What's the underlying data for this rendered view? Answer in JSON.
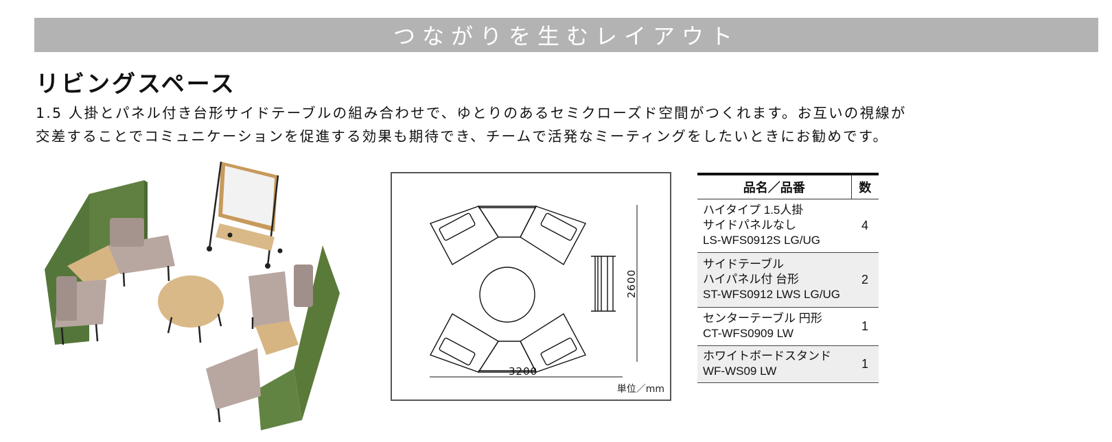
{
  "banner": {
    "title": "つながりを生むレイアウト",
    "bg_color": "#b3b3b3"
  },
  "section": {
    "title": "リビングスペース",
    "description": [
      "1.5 人掛とパネル付き台形サイドテーブルの組み合わせで、ゆとりのあるセミクローズド空間がつくれます。お互いの視線が",
      "交差することでコミュニケーションを促進する効果も期待でき、チームで活発なミーティングをしたいときにお勧めです。"
    ]
  },
  "photo": {
    "alt": "リビングスペース家具レイアウト（グリーンパネル付きソファ、円形センターテーブル、ホワイトボードスタンド）"
  },
  "floor_plan": {
    "width_label": "3200",
    "height_label": "2600",
    "unit_label": "単位／mm"
  },
  "parts_table": {
    "headers": {
      "name": "品名／品番",
      "qty": "数"
    },
    "rows": [
      {
        "lines": [
          "ハイタイプ 1.5人掛",
          "サイドパネルなし",
          "LS-WFS0912S LG/UG"
        ],
        "qty": "4"
      },
      {
        "lines": [
          "サイドテーブル",
          "ハイパネル付 台形",
          "ST-WFS0912 LWS LG/UG"
        ],
        "qty": "2"
      },
      {
        "lines": [
          "センターテーブル 円形",
          "CT-WFS0909 LW"
        ],
        "qty": "1"
      },
      {
        "lines": [
          "ホワイトボードスタンド",
          "WF-WS09 LW"
        ],
        "qty": "1"
      }
    ]
  },
  "colors": {
    "panel_green": "#5a7a3a",
    "seat_taupe": "#b09e98",
    "wood": "#d9b988",
    "table_alt_row": "#eeeeee"
  }
}
